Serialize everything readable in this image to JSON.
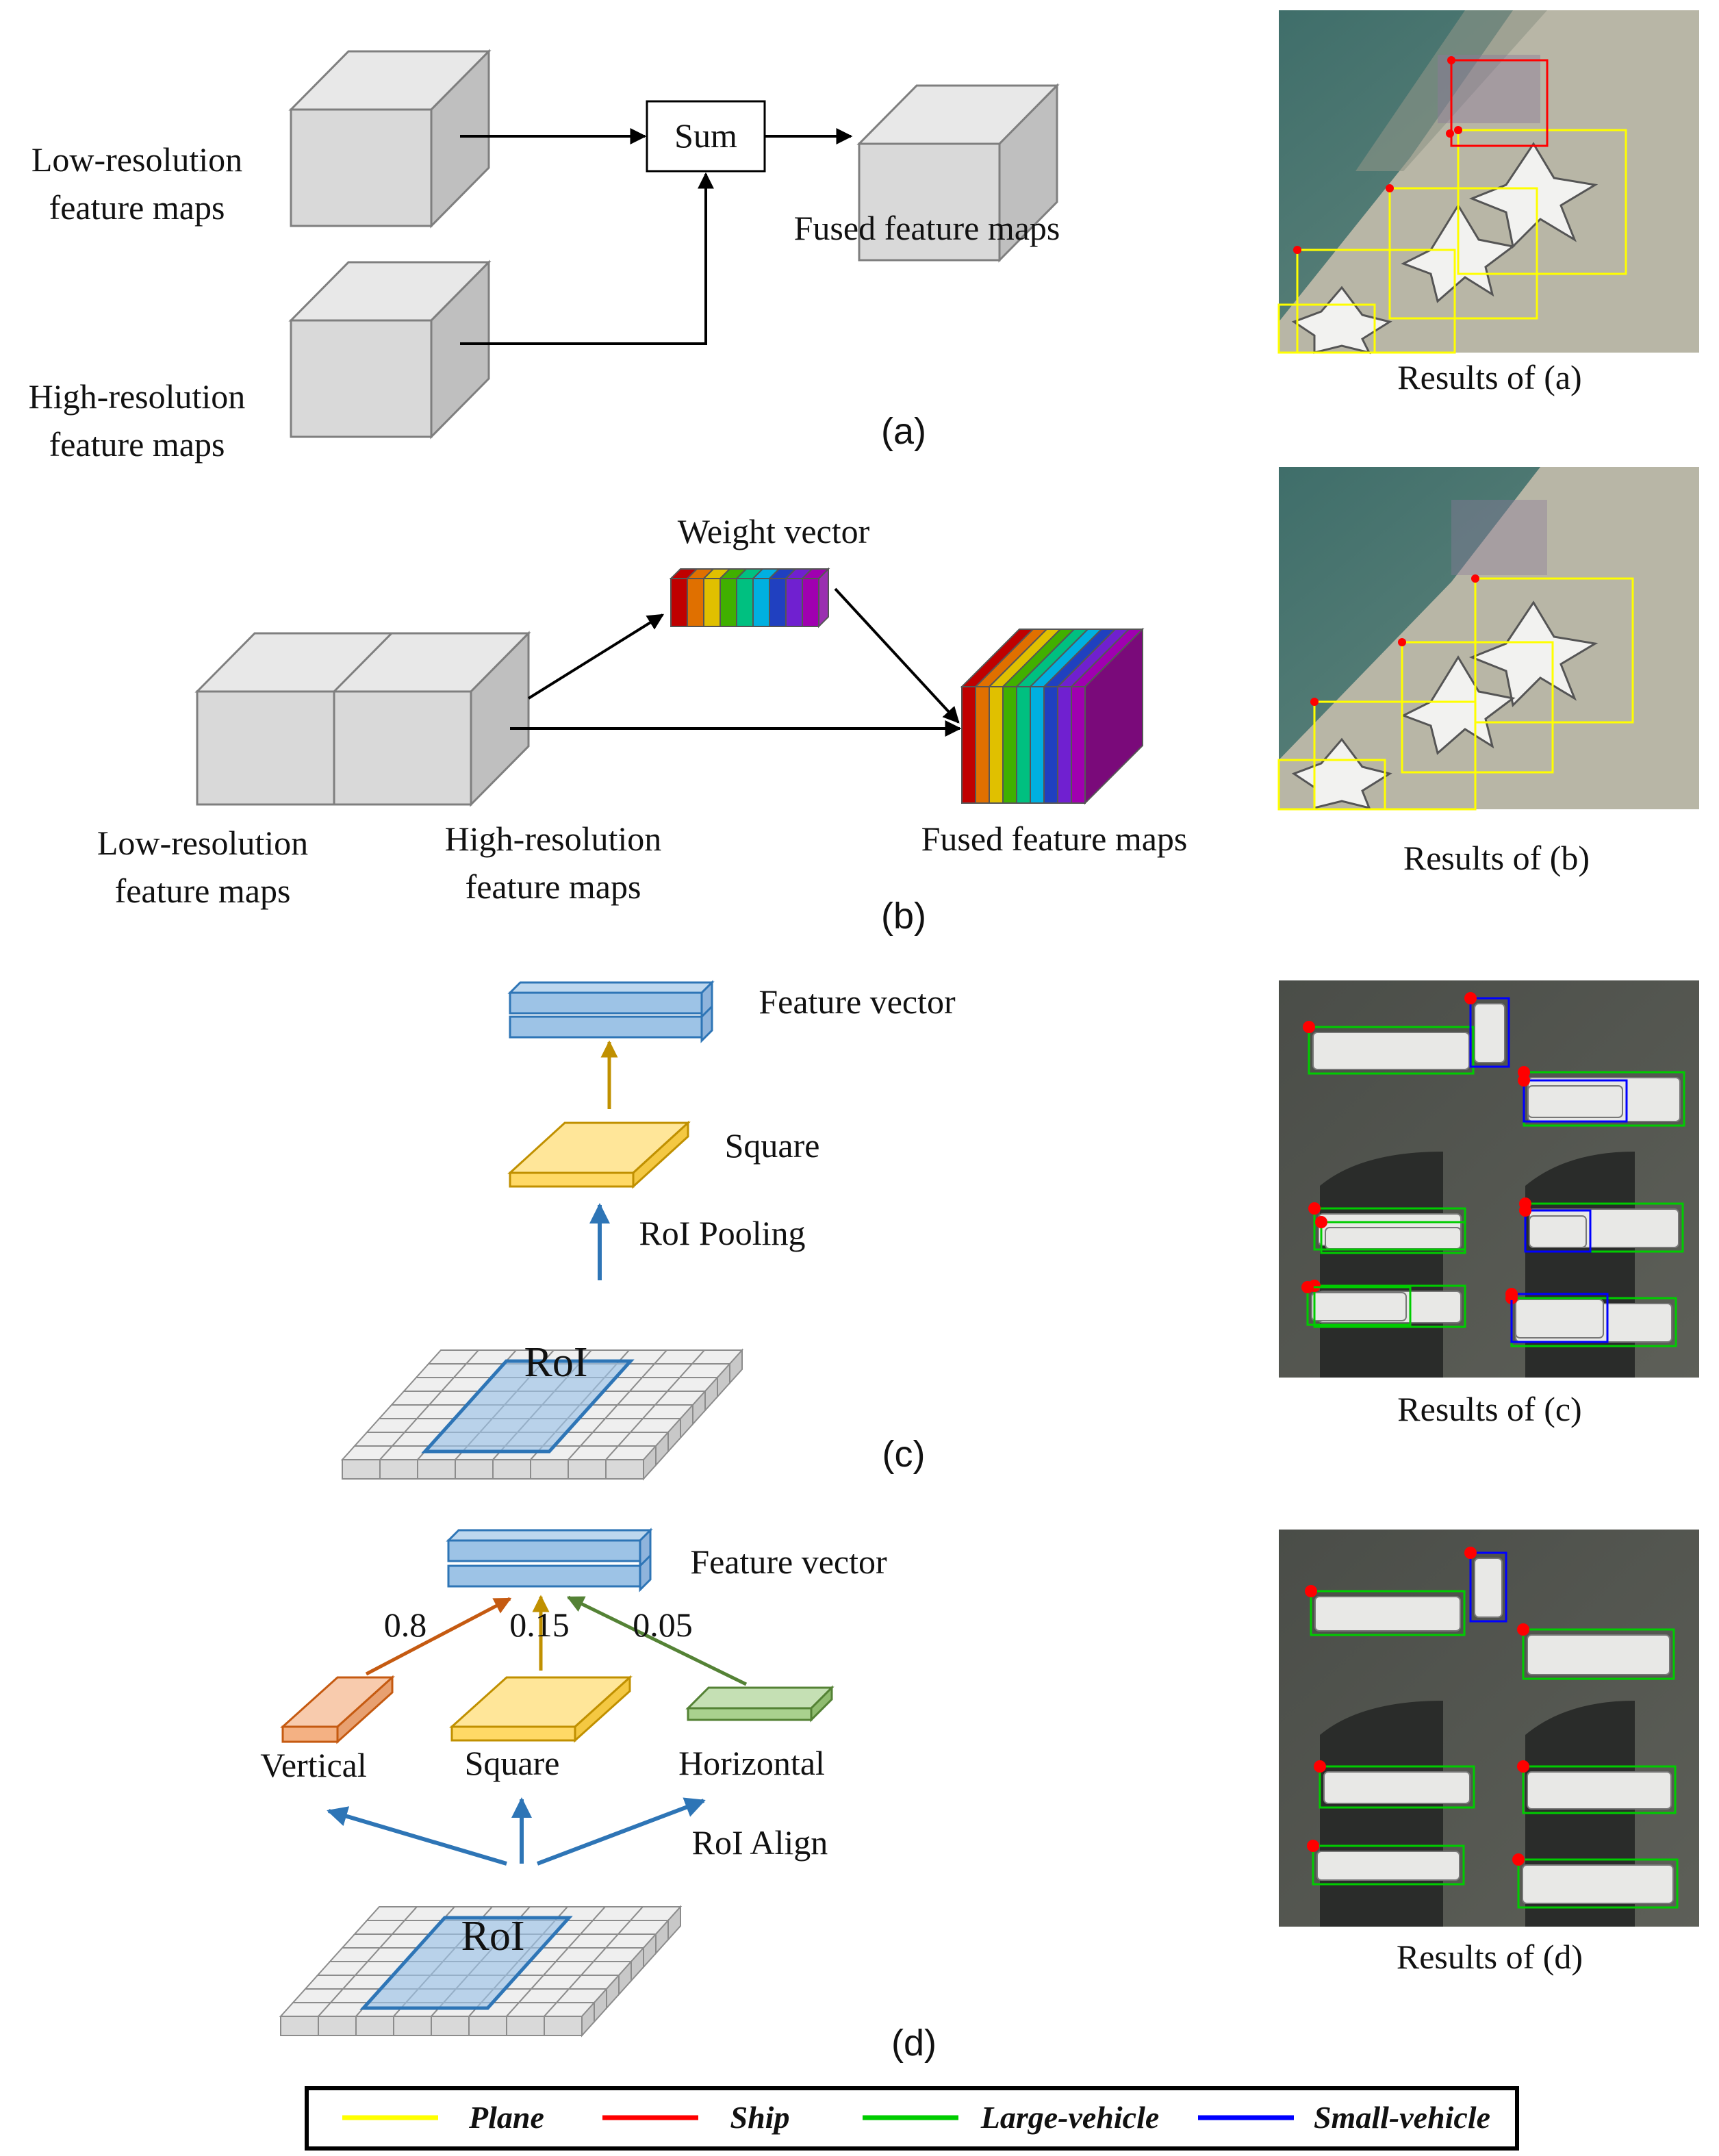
{
  "panel_a": {
    "low_res_line1": "Low-resolution",
    "low_res_line2": "feature maps",
    "high_res_line1": "High-resolution",
    "high_res_line2": "feature maps",
    "sum": "Sum",
    "fused": "Fused feature maps",
    "caption": "(a)",
    "result_caption": "Results of (a)"
  },
  "panel_b": {
    "weight_vector": "Weight vector",
    "low_res_line1": "Low-resolution",
    "low_res_line2": "feature maps",
    "high_res_line1": "High-resolution",
    "high_res_line2": "feature maps",
    "fused": "Fused feature maps",
    "caption": "(b)",
    "result_caption": "Results of (b)",
    "stripe_colors": [
      "#c00000",
      "#e07000",
      "#e0c000",
      "#40b000",
      "#00c080",
      "#00b0e0",
      "#2040c0",
      "#7020d0",
      "#a000b0"
    ]
  },
  "panel_c": {
    "feature_vector": "Feature vector",
    "square": "Square",
    "roi_pooling": "RoI Pooling",
    "roi": "RoI",
    "caption": "(c)",
    "result_caption": "Results of (c)"
  },
  "panel_d": {
    "feature_vector": "Feature vector",
    "weights": [
      "0.8",
      "0.15",
      "0.05"
    ],
    "vertical": "Vertical",
    "square": "Square",
    "horizontal": "Horizontal",
    "roi_align": "RoI Align",
    "roi": "RoI",
    "caption": "(d)",
    "result_caption": "Results of (d)"
  },
  "legend": [
    {
      "label": "Plane",
      "color": "#ffff00"
    },
    {
      "label": "Ship",
      "color": "#ff0000"
    },
    {
      "label": "Large-vehicle",
      "color": "#00cc00"
    },
    {
      "label": "Small-vehicle",
      "color": "#0000ff"
    }
  ],
  "colors": {
    "cube_face": "#d9d9d9",
    "cube_top": "#e8e8e8",
    "cube_side": "#bfbfbf",
    "blue_arrow": "#2e75b6",
    "gold_arrow": "#c09000",
    "orange_arrow": "#c55a11",
    "green_arrow": "#548235"
  }
}
